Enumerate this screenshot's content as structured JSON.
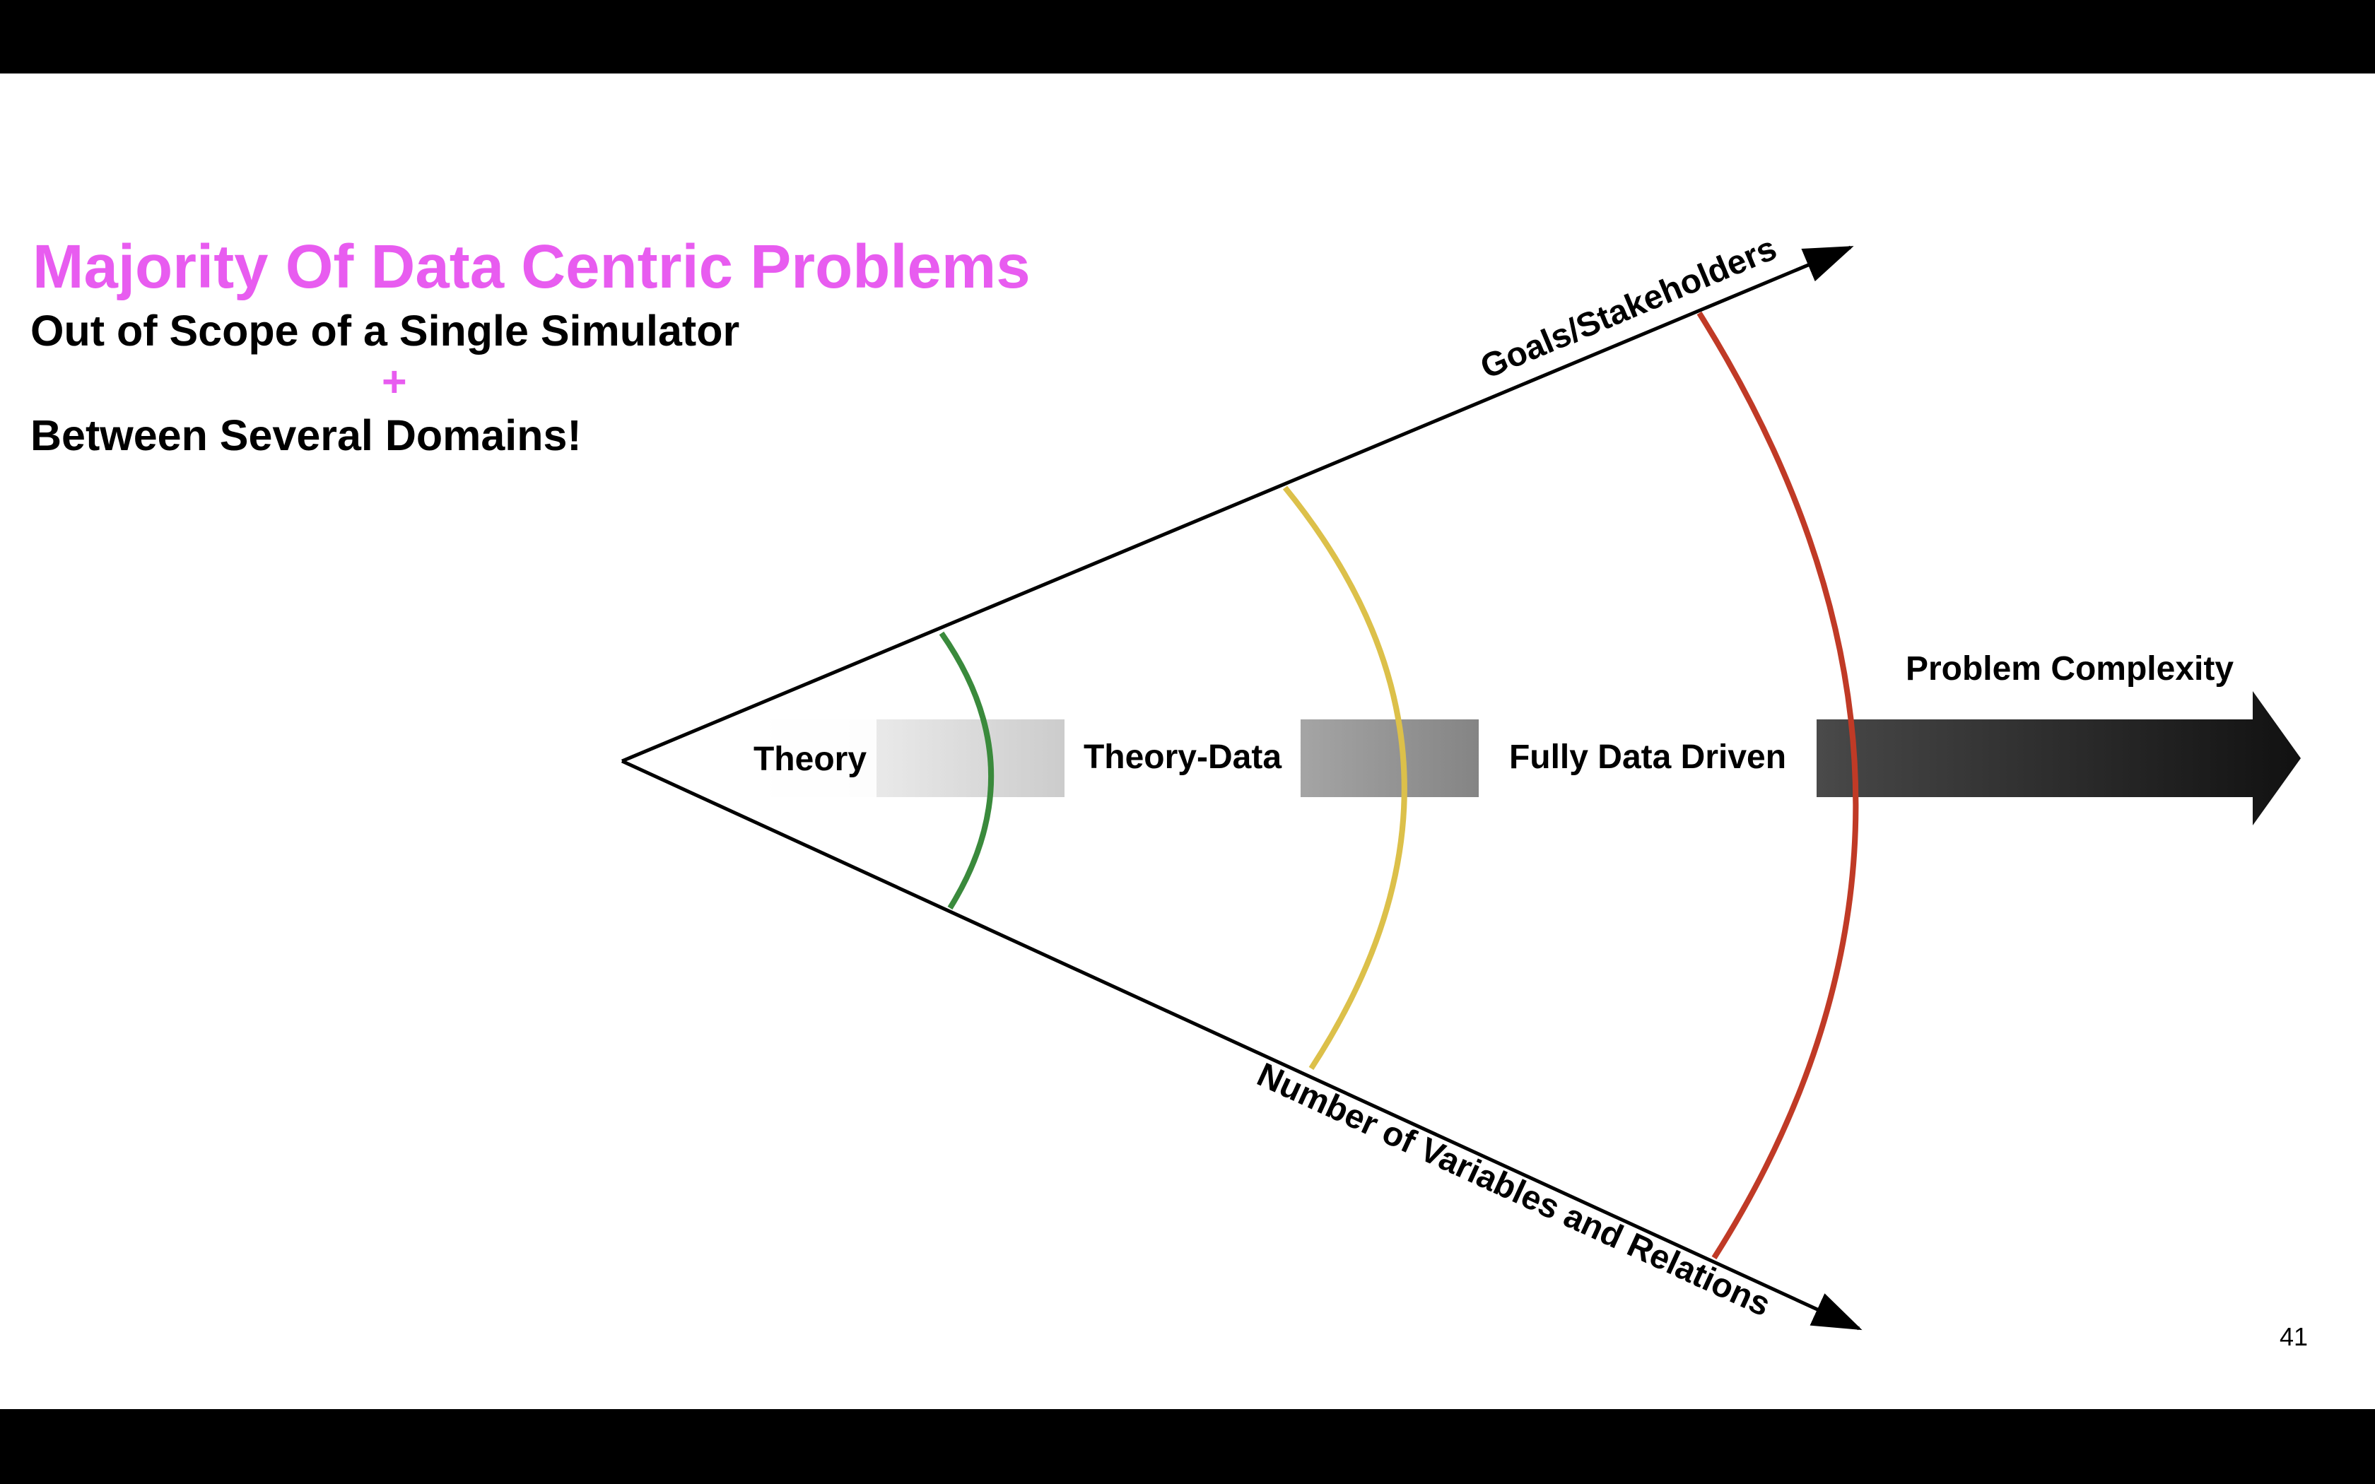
{
  "slide": {
    "title": "Majority Of Data Centric Problems",
    "subtitle_line1": "Out of Scope of a Single Simulator",
    "plus": "+",
    "subtitle_line3": "Between Several Domains!",
    "page_number": "41"
  },
  "diagram": {
    "upper_axis_label": "Goals/Stakeholders",
    "lower_axis_label": "Number of Variables and Relations",
    "arrow_label": "Problem Complexity",
    "stages": [
      "Theory",
      "Theory-Data",
      "Fully Data Driven"
    ]
  },
  "colors": {
    "title": "#e85cf0",
    "plus": "#e85cf0",
    "theory_arc": "#3a8a3c",
    "theory_data_arc": "#dcc04a",
    "data_driven_arc": "#c03a26",
    "axis": "#000000"
  }
}
